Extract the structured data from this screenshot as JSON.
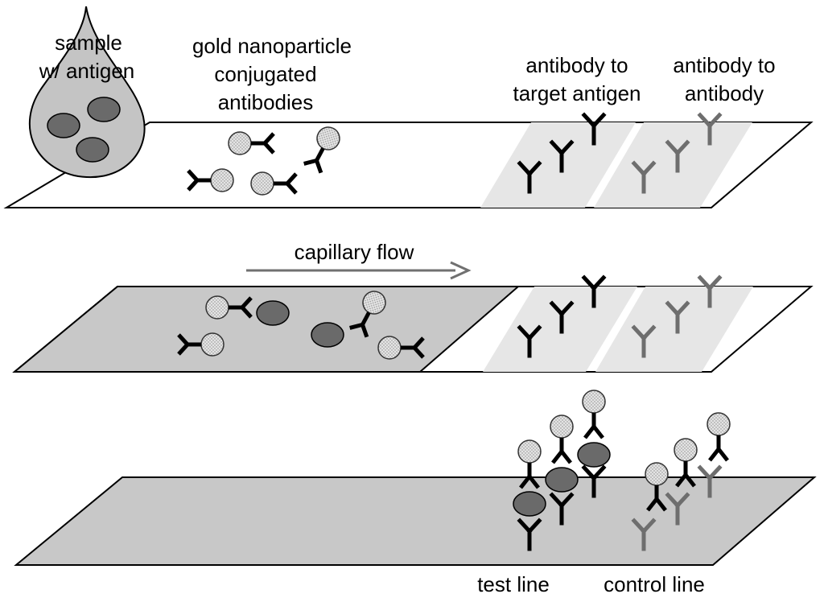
{
  "labels": {
    "sample_line1": "sample",
    "sample_line2": "w/ antigen",
    "gold_line1": "gold nanoparticle",
    "gold_line2": "conjugated",
    "gold_line3": "antibodies",
    "target_line1": "antibody to",
    "target_line2": "target antigen",
    "anti_line1": "antibody to",
    "anti_line2": "antibody",
    "flow": "capillary flow",
    "test_line": "test line",
    "control_line": "control line"
  },
  "colors": {
    "strip_outline": "#000000",
    "wet_strip": "#c8c8c8",
    "capture_band": "#e6e6e6",
    "drop_fill": "#c4c4c4",
    "antigen": "#6a6a6a",
    "gold_particle": "#e4e4e4",
    "primary_antibody": "#000000",
    "secondary_antibody": "#6e6e6e",
    "flow_arrow": "#707070"
  },
  "stages": [
    {
      "name": "sample-applied",
      "strip_state": "dry"
    },
    {
      "name": "capillary-flow",
      "strip_state": "partially-wet"
    },
    {
      "name": "result",
      "strip_state": "wet"
    }
  ]
}
